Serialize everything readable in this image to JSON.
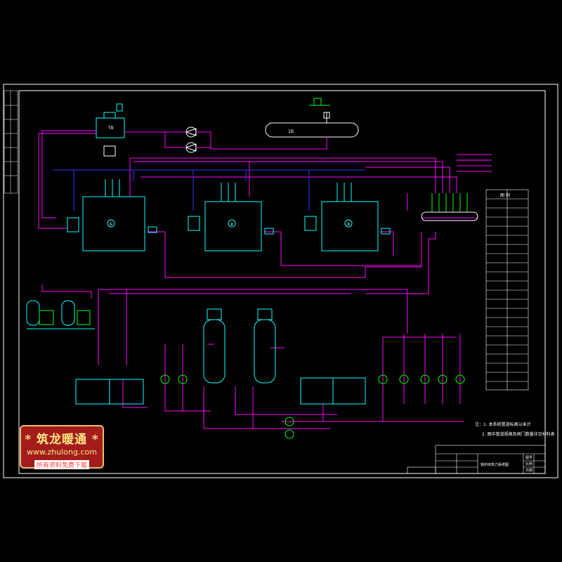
{
  "drawing": {
    "title_block": {
      "drawing_title": "锅炉房热力系统图",
      "small_labels": [
        "图号",
        "比例",
        "日期"
      ]
    },
    "tank_label": "TB",
    "oil_tank_label": "1B",
    "notes": [
      "注：1. 本系统管道标高以米计",
      "2. 图中管道规格及阀门数量详见材料表"
    ],
    "boilers": [
      "①",
      "②",
      "③"
    ],
    "legend_header": "图 例"
  },
  "watermark": {
    "title": "* 筑龙暖通 *",
    "url": "www.zhulong.com",
    "subtitle": "所有资料免费下载"
  },
  "colors": {
    "background": "#000000",
    "frame": "#ffffff",
    "pipe_magenta": "#ff00ff",
    "equipment_cyan": "#00ffff",
    "pipe_blue": "#0000ff",
    "valve_green": "#00ff00",
    "annotation_white": "#ffffff"
  }
}
